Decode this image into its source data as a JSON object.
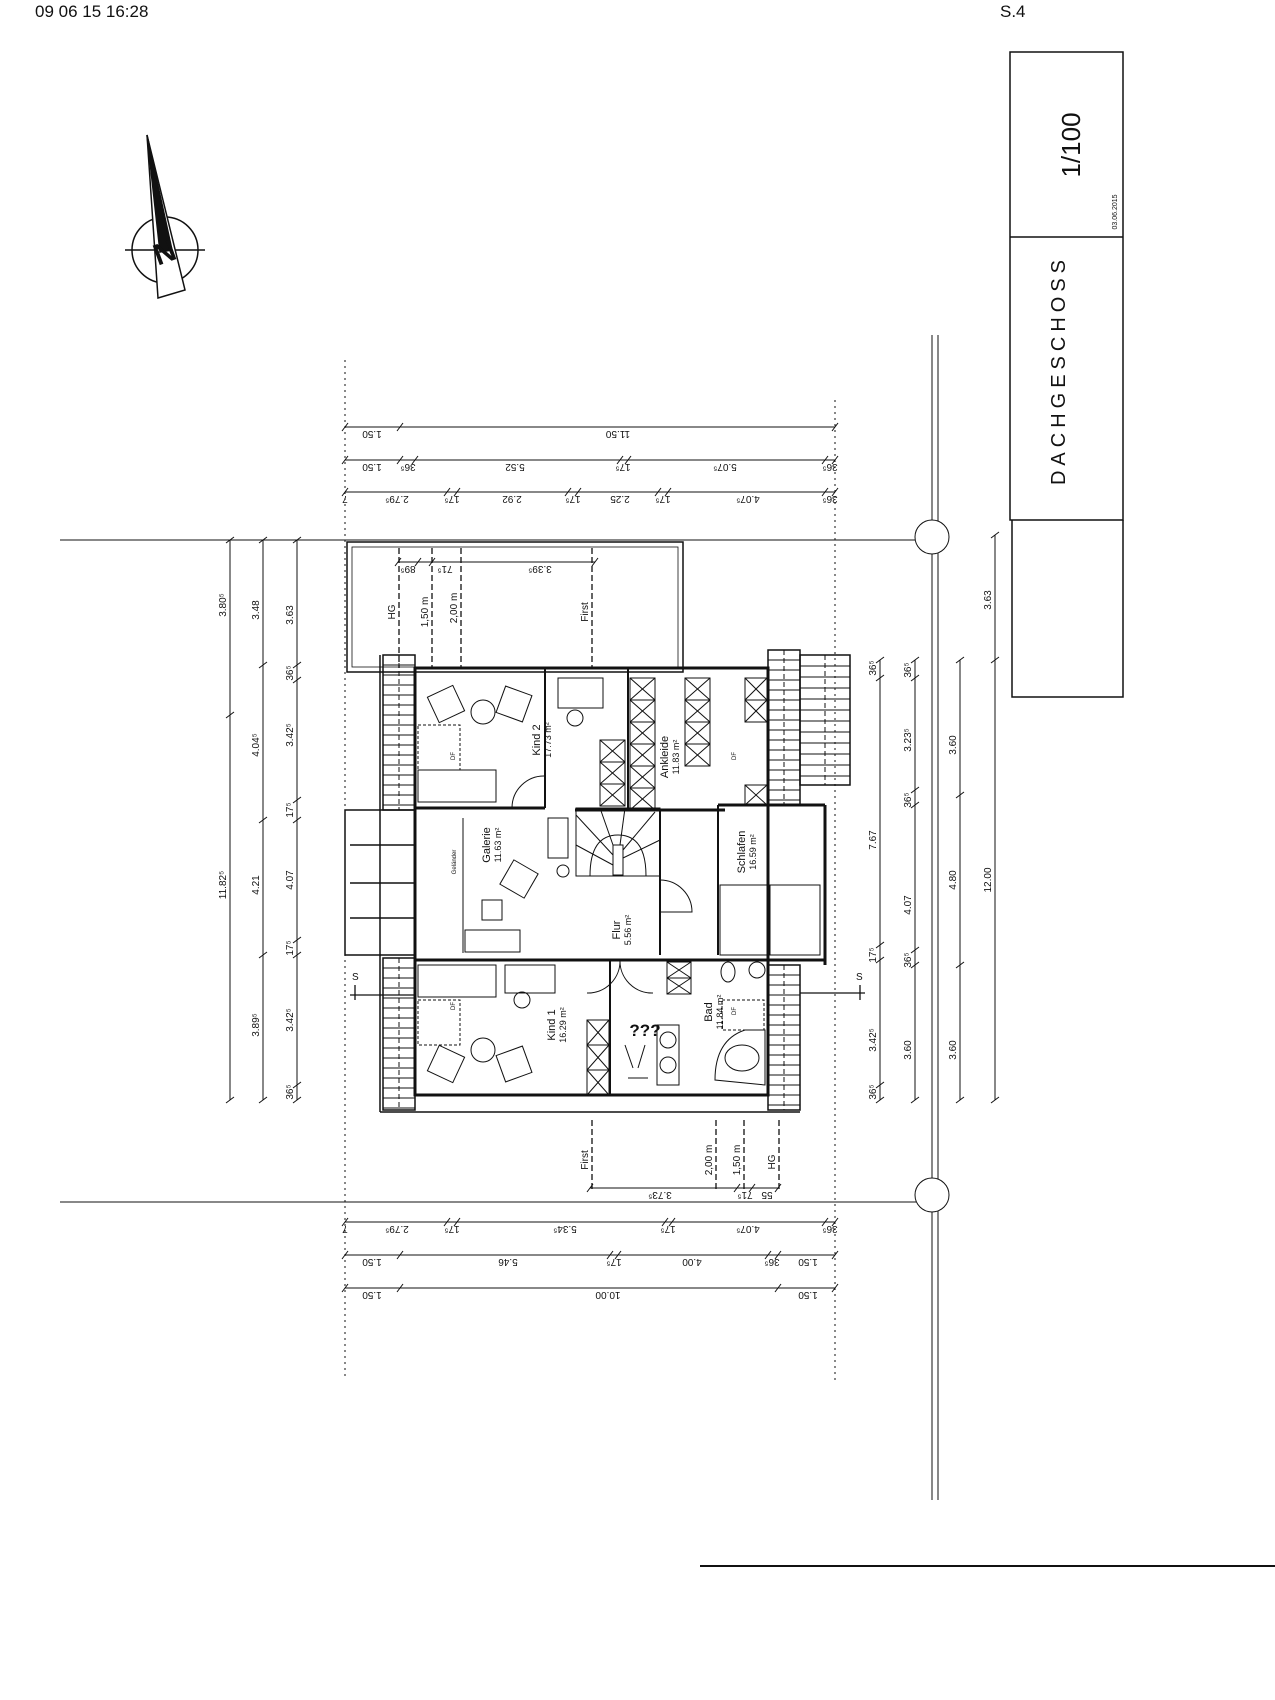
{
  "header": {
    "timestamp": "09 06 15 16:28",
    "page": "S.4"
  },
  "title_block": {
    "scale": "1/100",
    "date": "03.06.2015",
    "floor": "DACHGESCHOSS"
  },
  "compass": {
    "label": "N"
  },
  "rooms": [
    {
      "name": "Kind 2",
      "area": "17.73 m²"
    },
    {
      "name": "Ankleide",
      "area": "11.83 m²"
    },
    {
      "name": "Galerie",
      "area": "11.63 m²"
    },
    {
      "name": "Schlafen",
      "area": "16.59 m²"
    },
    {
      "name": "Flur",
      "area": "5.56 m²"
    },
    {
      "name": "Kind 1",
      "area": "16.29 m²"
    },
    {
      "name": "Bad",
      "area": "11.84 m²"
    }
  ],
  "annotation": {
    "text": "???",
    "color": "#e01010"
  },
  "labels": {
    "railing": "Geländer",
    "section_marker": "S",
    "skylight": "DF"
  },
  "roof_top": {
    "hg": "HG",
    "h150": "1,50 m",
    "h200": "2,00 m",
    "first": "First",
    "d1": "89⁵",
    "d2": "71⁵",
    "d3": "3.39⁵"
  },
  "roof_bottom": {
    "hg": "HG",
    "h150": "1,50 m",
    "h200": "2,00 m",
    "first": "First",
    "d1": "3.73⁵",
    "d2": "71⁵",
    "d3": "55"
  },
  "dims_top": {
    "row1": [
      "1.50",
      "11.50"
    ],
    "row2": [
      "1.50",
      "36⁵",
      "5.52",
      "17⁵",
      "5.07⁵",
      "36⁵"
    ],
    "row3": [
      "7",
      "2.79⁵",
      "17⁵",
      "2.92",
      "17⁵",
      "2.25",
      "17⁵",
      "4.07⁵",
      "36⁵"
    ]
  },
  "dims_bottom": {
    "row1": [
      "7",
      "2.79⁵",
      "17⁵",
      "5.34⁵",
      "17⁵",
      "4.07⁵",
      "36⁵"
    ],
    "row2": [
      "1.50",
      "5.46",
      "17⁵",
      "4.00",
      "36⁵",
      "1.50"
    ],
    "row3": [
      "1.50",
      "10.00",
      "1.50"
    ]
  },
  "dims_left": {
    "col1": [
      "3.80⁵",
      "11.82⁵"
    ],
    "col2": [
      "3.48",
      "4.04⁵",
      "4.21",
      "3.89⁵"
    ],
    "col3": [
      "3.63",
      "36⁵",
      "3.42⁵",
      "17⁵",
      "4.07",
      "17⁵",
      "3.42⁵",
      "36⁵"
    ]
  },
  "dims_right": {
    "col1": [
      "36⁵",
      "7.67",
      "17⁵",
      "3.42⁵",
      "36⁵"
    ],
    "col2": [
      "36⁵",
      "3.23⁵",
      "36⁵",
      "4.07",
      "36⁵",
      "3.60"
    ],
    "col3": [
      "3.60",
      "4.80",
      "3.60"
    ],
    "col4": [
      "3.63",
      "12.00"
    ]
  }
}
